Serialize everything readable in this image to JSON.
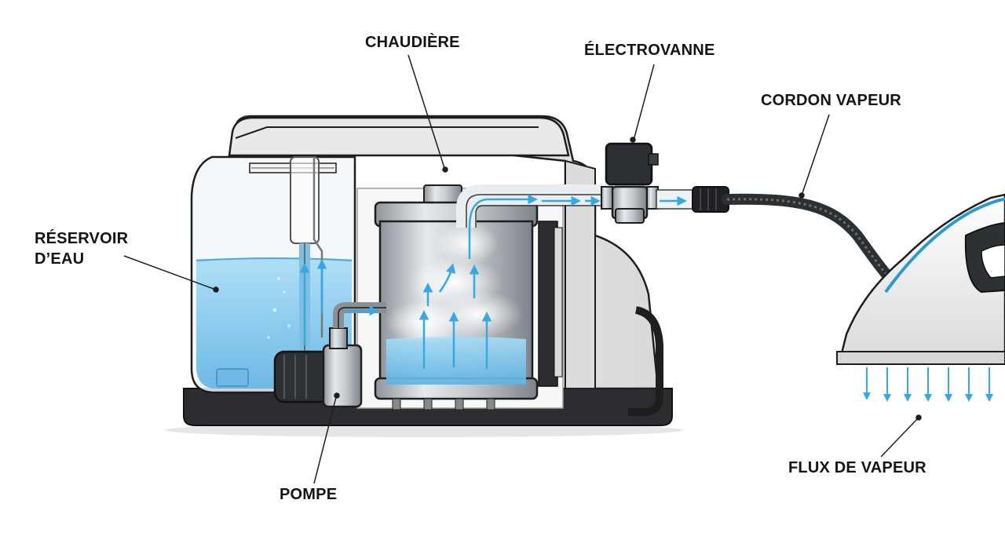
{
  "labels": {
    "boiler": "CHAUDIÈRE",
    "valve": "ÉLECTROVANNE",
    "steam_cord": "CORDON VAPEUR",
    "tank_line1": "RÉSERVOIR",
    "tank_line2": "D’EAU",
    "pump": "POMPE",
    "steam_flow": "FLUX DE VAPEUR"
  },
  "colors": {
    "water": "#7cc6ee",
    "flow_arrow": "#3aa8e0",
    "metal": "#b9bec3",
    "body": "#eeeeee",
    "outline": "#1e1e1e",
    "accent_iron": "#2a9ad0"
  }
}
